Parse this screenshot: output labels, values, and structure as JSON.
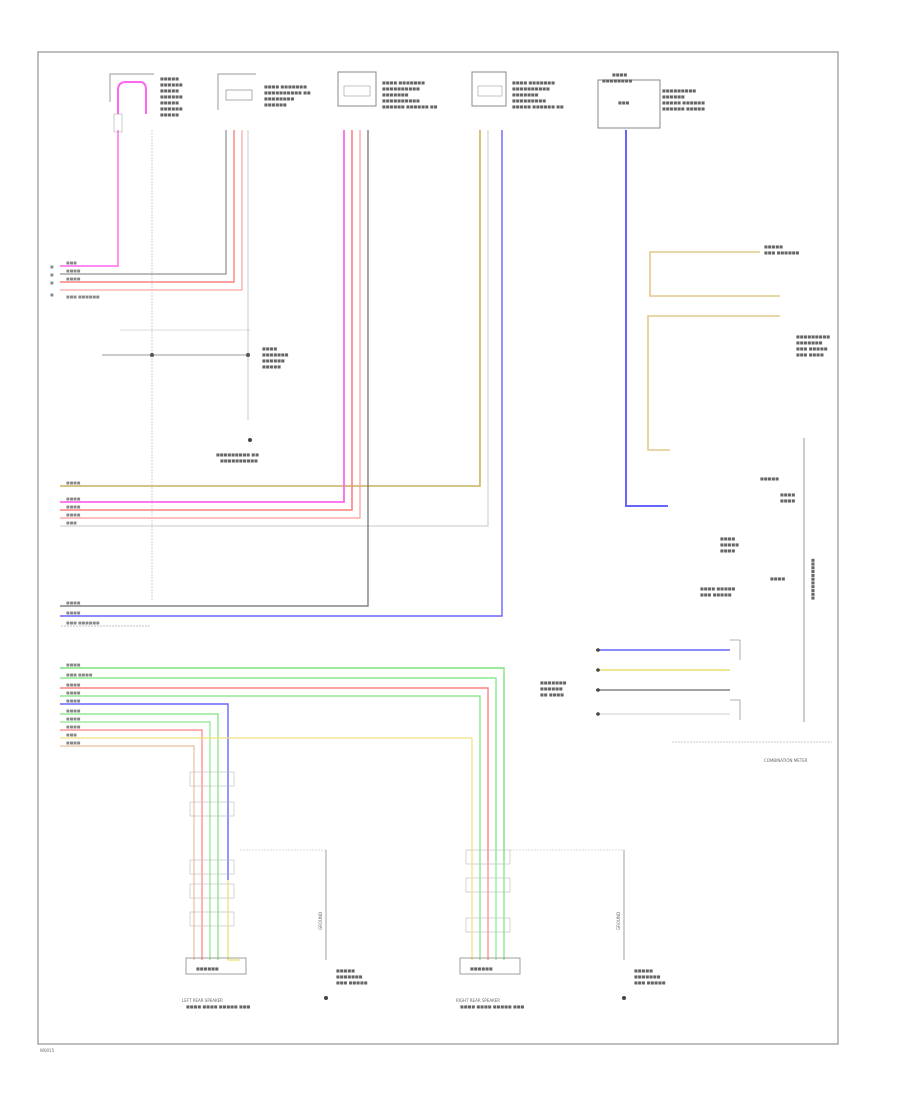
{
  "diagram": {
    "footer_code": "W0015",
    "bottom_right_label": "COMBINATION METER",
    "left_speaker_label": "LEFT REAR SPEAKER",
    "right_speaker_label": "RIGHT REAR SPEAKER",
    "gnd_left": "GROUND",
    "gnd_right": "GROUND",
    "wire_colors": {
      "pink": "#ff55ee",
      "red": "#ff8080",
      "blue": "#6666ff",
      "yellow": "#e8d27a",
      "green": "#7de27d",
      "gray": "#b0b0b0",
      "orange": "#e2b86a",
      "dark": "#6a6a6a"
    }
  }
}
